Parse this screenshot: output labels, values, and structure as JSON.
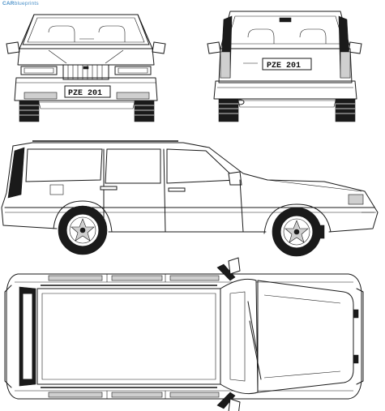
{
  "watermark": {
    "brand": "CAR",
    "site": "blueprints"
  },
  "plates": {
    "front": "PZE 201",
    "rear": "PZE 201"
  },
  "views": [
    "front-view",
    "rear-view",
    "side-view",
    "top-view"
  ]
}
